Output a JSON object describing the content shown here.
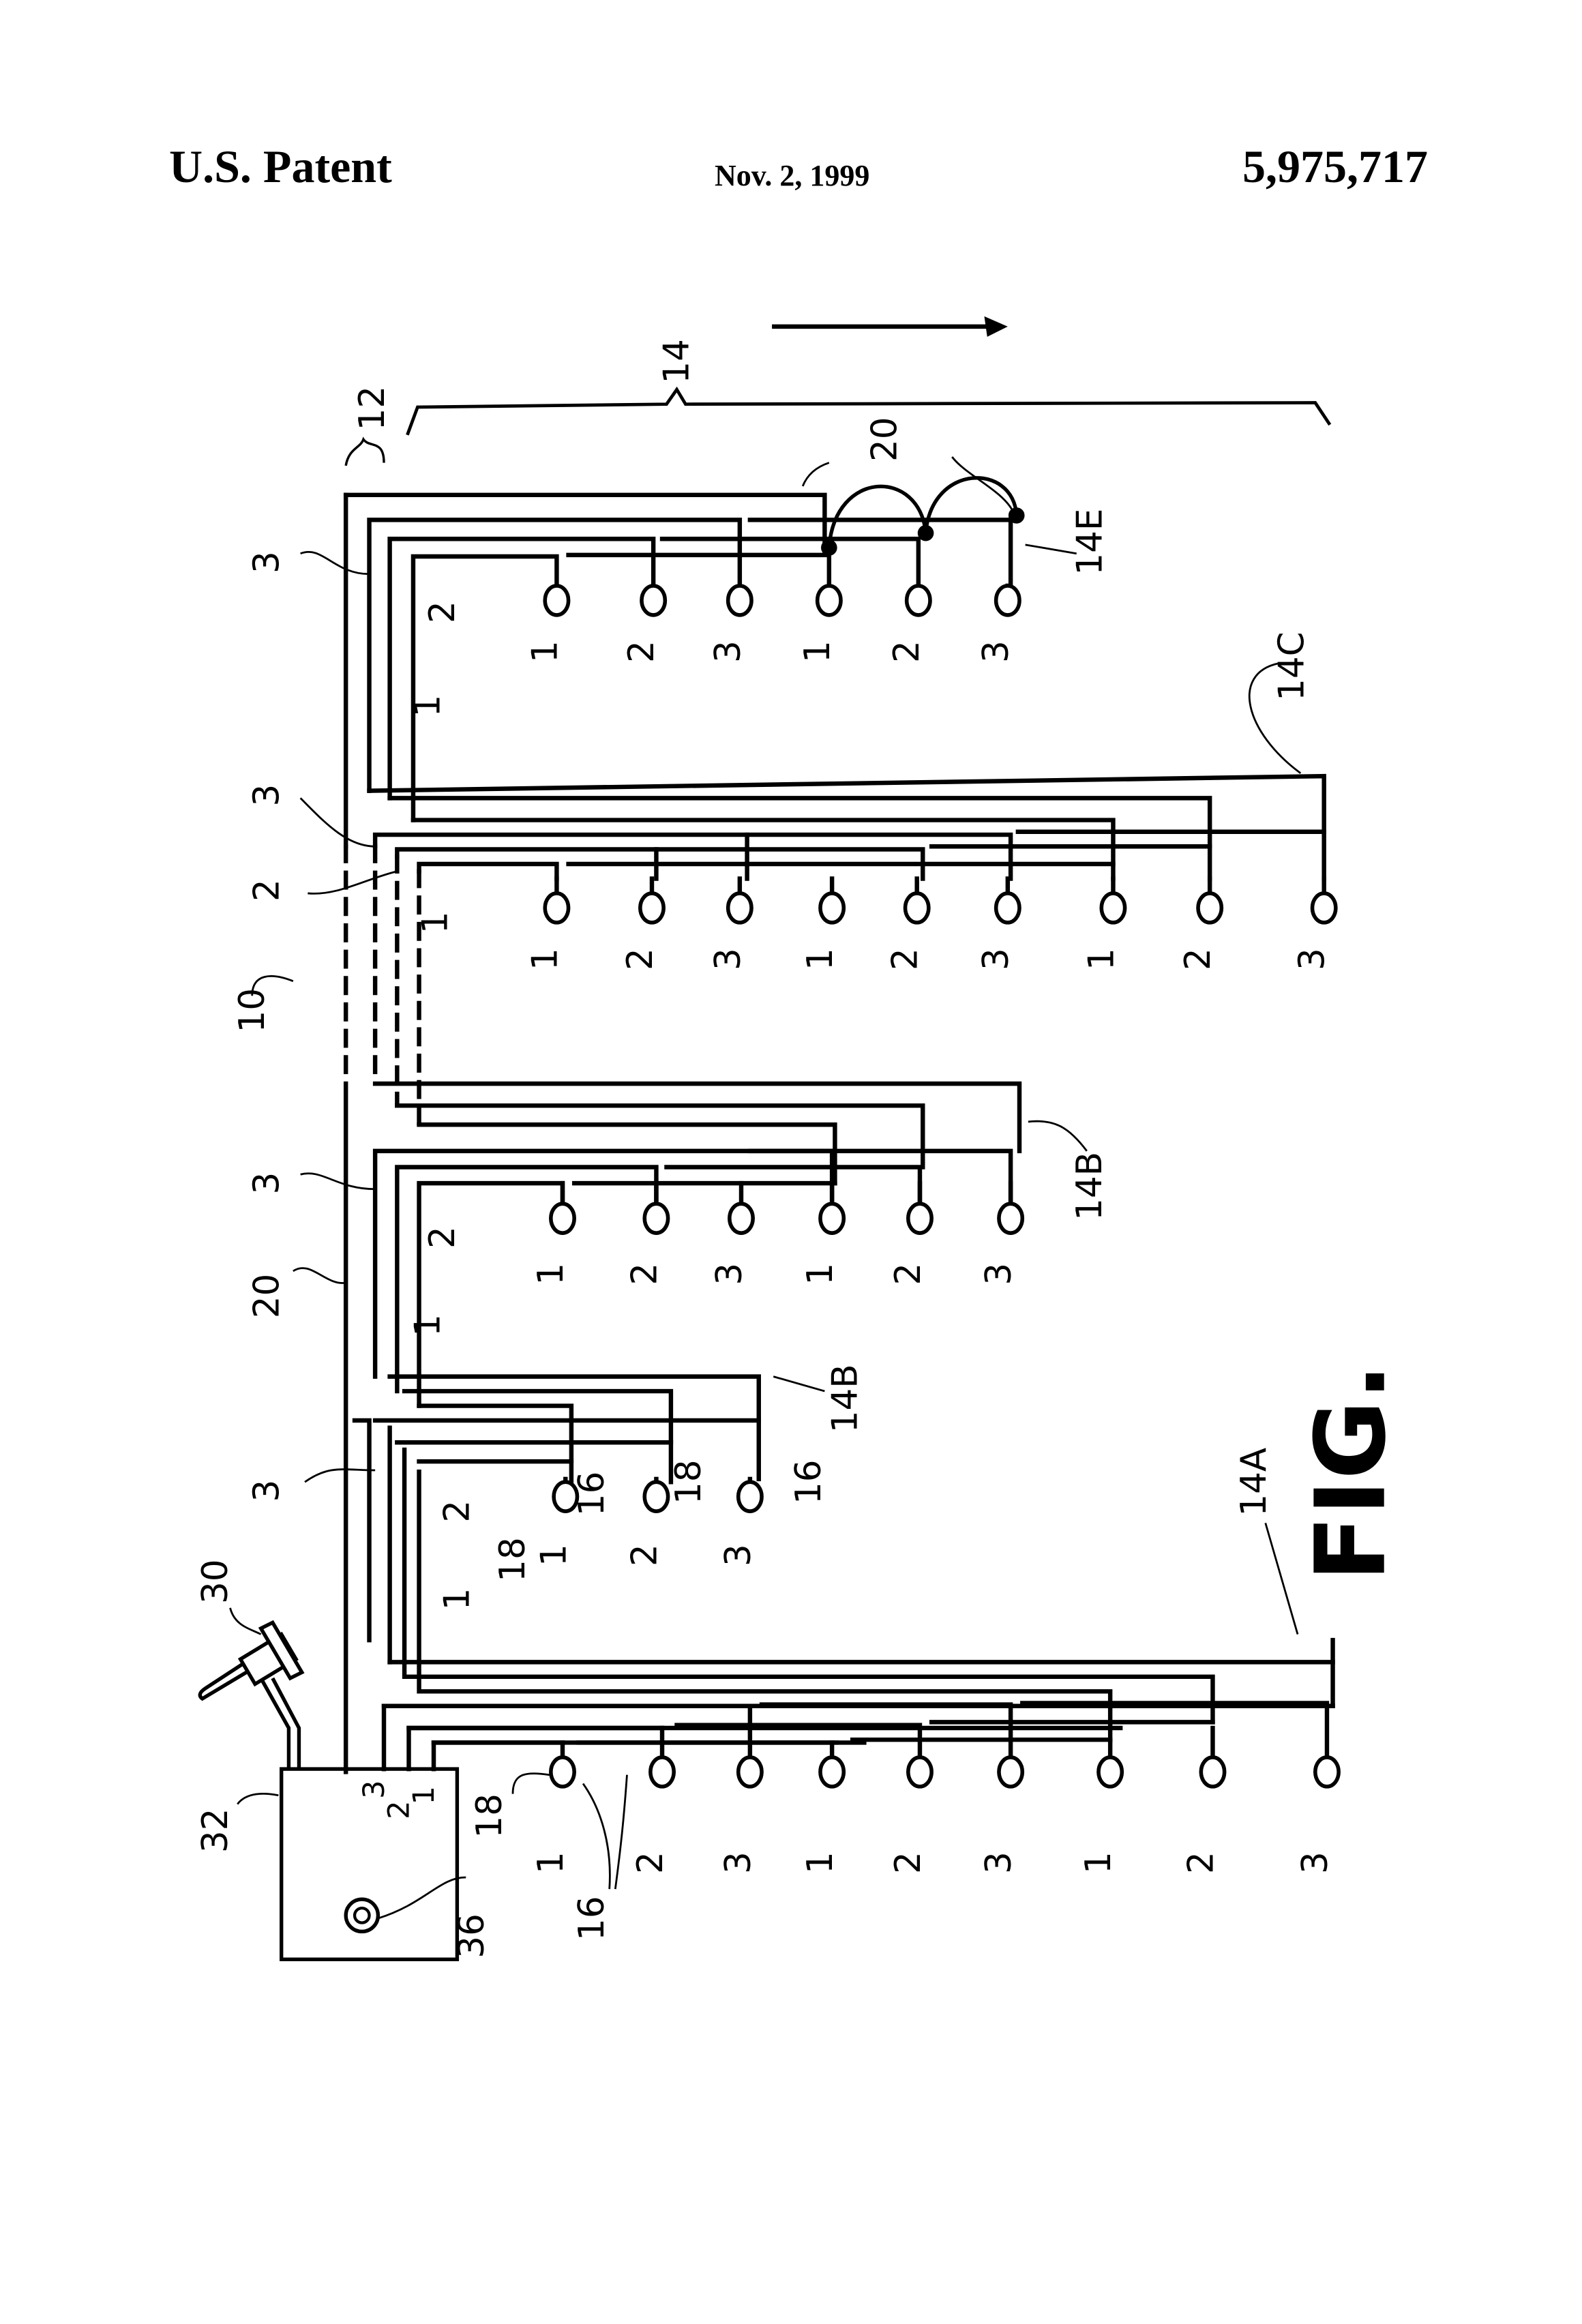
{
  "header": {
    "left": "U.S. Patent",
    "date": "Nov. 2, 1999",
    "patent_number": "5,975,717"
  },
  "figure": {
    "label": "FIG.",
    "direction_arrow": "right-arrow",
    "refs": {
      "r10": "10",
      "r12": "12",
      "r14": "14",
      "r14A": "14A",
      "r14B": "14B",
      "r14C": "14C",
      "r14E": "14E",
      "r16": "16",
      "r18": "18",
      "r20": "20",
      "r30": "30",
      "r32": "32",
      "r36": "36"
    },
    "line_labels": {
      "l1": "1",
      "l2": "2",
      "l3": "3"
    },
    "row_14E_numbers": [
      "1",
      "2",
      "3",
      "1",
      "2",
      "3"
    ],
    "row_14C_numbers": [
      "1",
      "2",
      "3",
      "1",
      "2",
      "3",
      "1",
      "2",
      "3"
    ],
    "row_14B_upper_numbers": [
      "1",
      "2",
      "3",
      "1",
      "2",
      "3"
    ],
    "row_14B_lower_numbers": [
      "1",
      "2",
      "3"
    ],
    "row_14A_numbers": [
      "1",
      "2",
      "3",
      "1",
      "2",
      "3",
      "1",
      "2",
      "3"
    ],
    "box_32_terminals": [
      "3",
      "2",
      "1"
    ]
  }
}
